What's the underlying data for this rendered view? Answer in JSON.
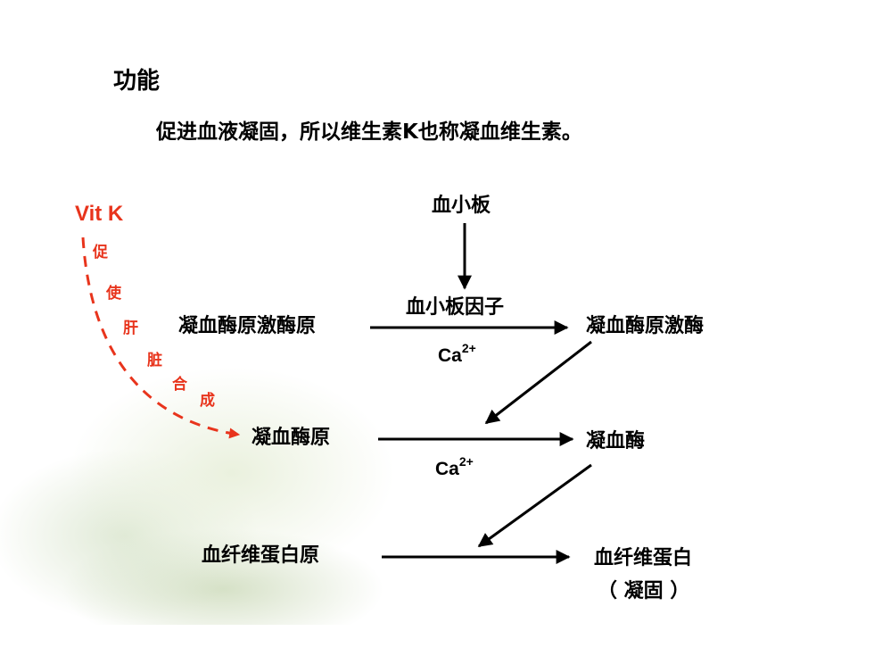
{
  "heading": "功能",
  "description": "促进血液凝固，所以维生素K也称凝血维生素。",
  "vit_k": {
    "label": "Vit K",
    "steps": [
      "促",
      "使",
      "肝",
      "脏",
      "合",
      "成"
    ]
  },
  "nodes": {
    "platelet": "血小板",
    "prothrombin_activator_precursor": "凝血酶原激酶原",
    "platelet_factor": "血小板因子",
    "ca_label_1": "Ca",
    "ca_charge_1": "2+",
    "prothrombin_activator": "凝血酶原激酶",
    "prothrombin": "凝血酶原",
    "ca_label_2": "Ca",
    "ca_charge_2": "2+",
    "thrombin": "凝血酶",
    "fibrinogen": "血纤维蛋白原",
    "fibrin": "血纤维蛋白",
    "fibrin_note": "（ 凝固 ）"
  },
  "colors": {
    "text": "#000000",
    "accent": "#e8341c"
  }
}
